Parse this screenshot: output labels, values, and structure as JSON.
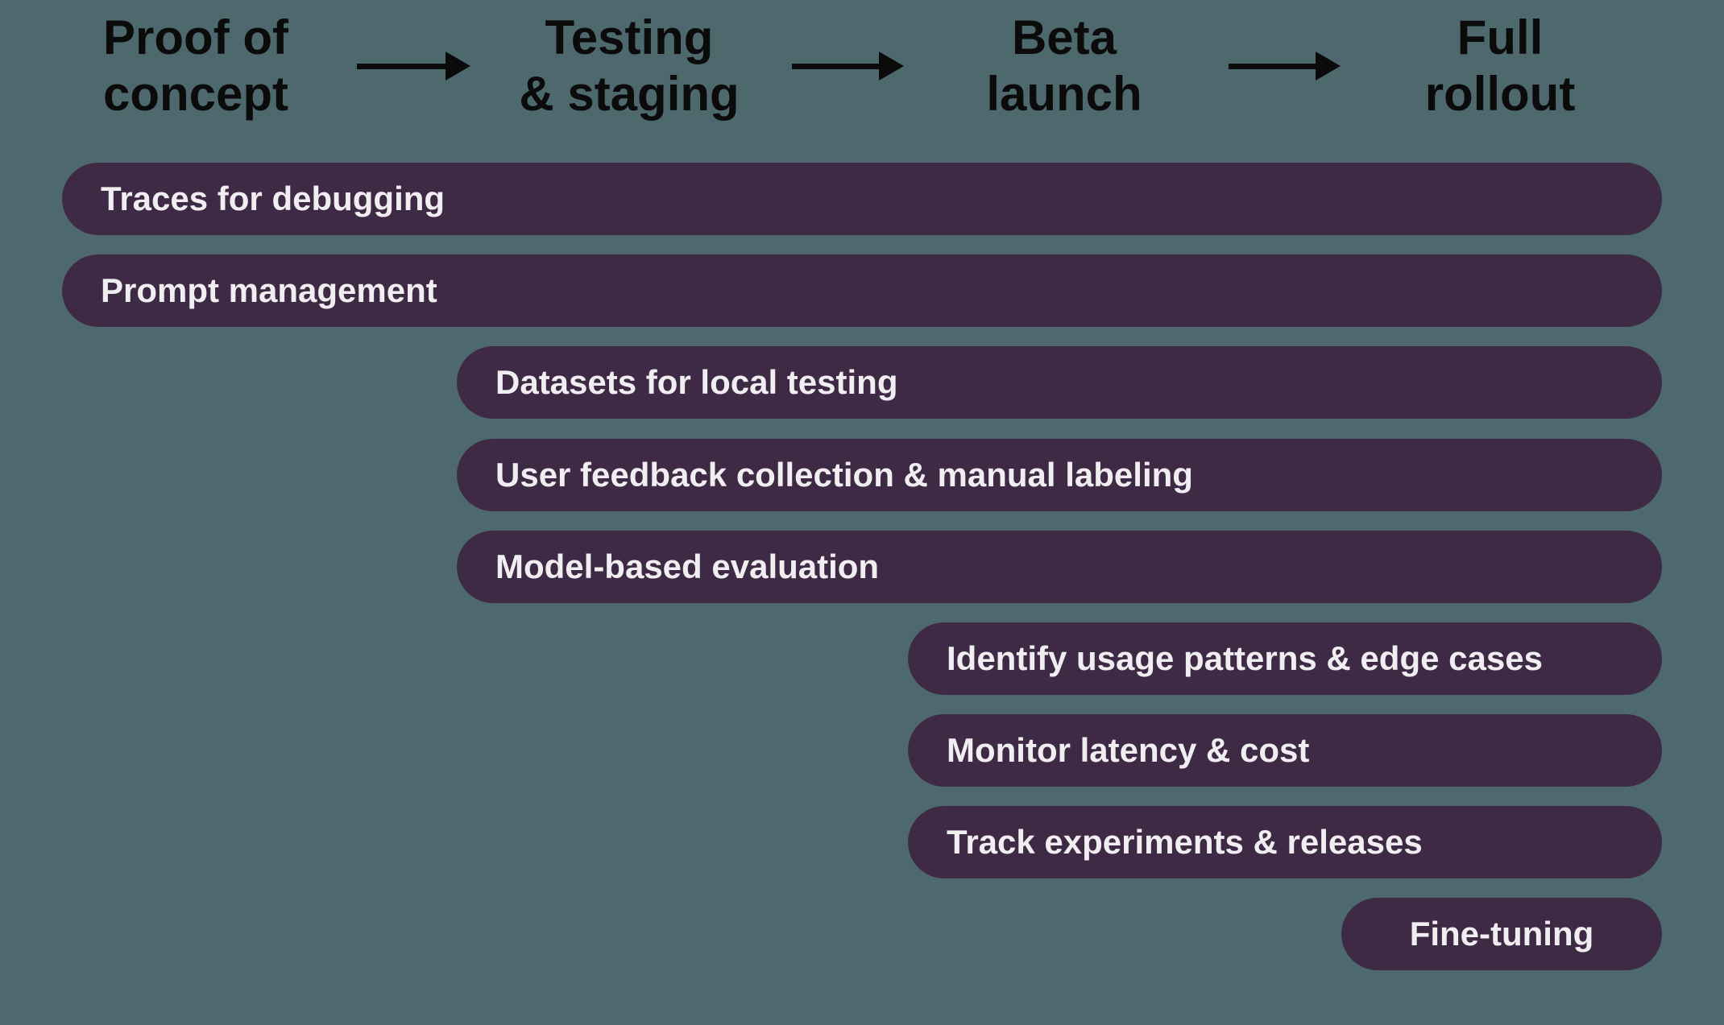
{
  "colors": {
    "background": "#4E696E",
    "bar_fill": "#3F2A45",
    "bar_text": "#F1EEF2",
    "header_text": "#0B0B0B",
    "arrow": "#0B0B0B"
  },
  "stages": [
    {
      "line1": "Proof of",
      "line2": "concept"
    },
    {
      "line1": "Testing",
      "line2": "& staging"
    },
    {
      "line1": "Beta",
      "line2": "launch"
    },
    {
      "line1": "Full",
      "line2": "rollout"
    }
  ],
  "arrows": [
    {
      "icon": "right-arrow"
    },
    {
      "icon": "right-arrow"
    },
    {
      "icon": "right-arrow"
    }
  ],
  "bars": [
    {
      "label": "Traces for debugging",
      "starts_at_stage": 1
    },
    {
      "label": "Prompt management",
      "starts_at_stage": 1
    },
    {
      "label": "Datasets for local testing",
      "starts_at_stage": 2
    },
    {
      "label": "User feedback collection & manual labeling",
      "starts_at_stage": 2
    },
    {
      "label": "Model-based evaluation",
      "starts_at_stage": 2
    },
    {
      "label": "Identify usage patterns & edge cases",
      "starts_at_stage": 3
    },
    {
      "label": "Monitor latency & cost",
      "starts_at_stage": 3
    },
    {
      "label": "Track experiments & releases",
      "starts_at_stage": 3
    },
    {
      "label": "Fine-tuning",
      "starts_at_stage": 4
    }
  ]
}
